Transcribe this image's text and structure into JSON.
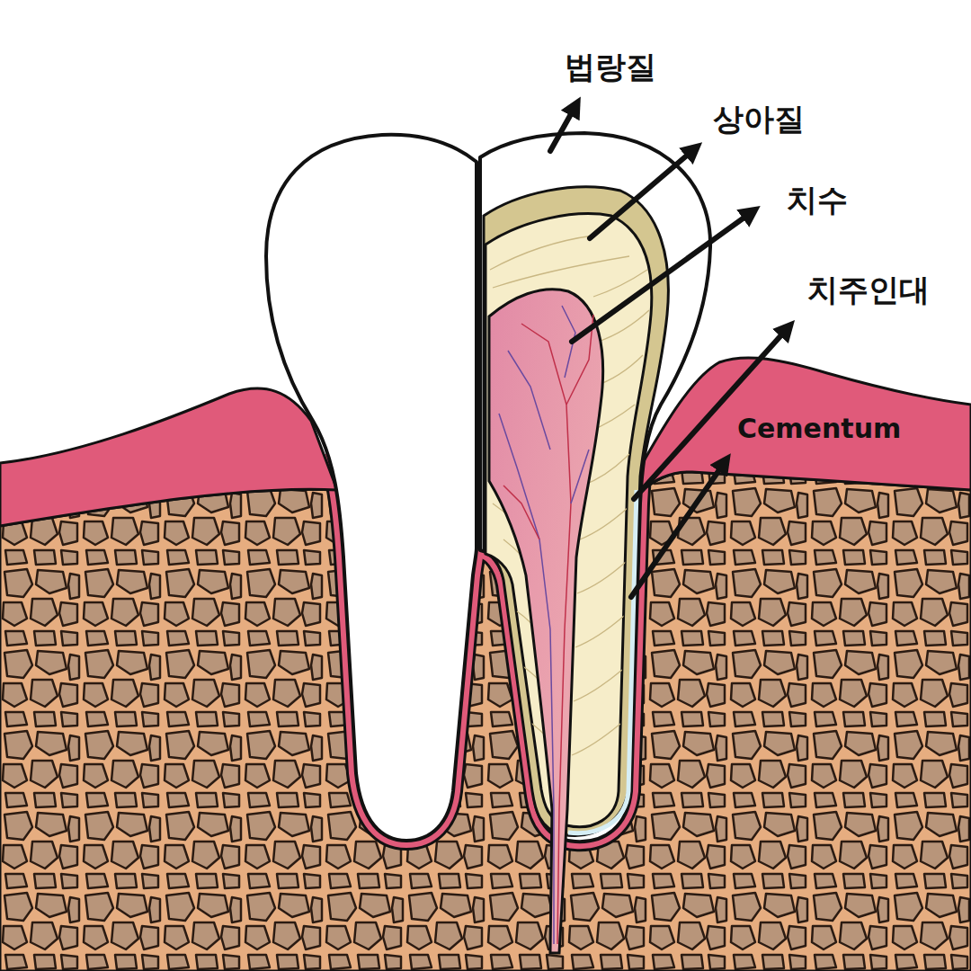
{
  "diagram": {
    "labels": [
      "법랑질",
      "상아질",
      "치수",
      "치주인대",
      "Cementum"
    ]
  }
}
